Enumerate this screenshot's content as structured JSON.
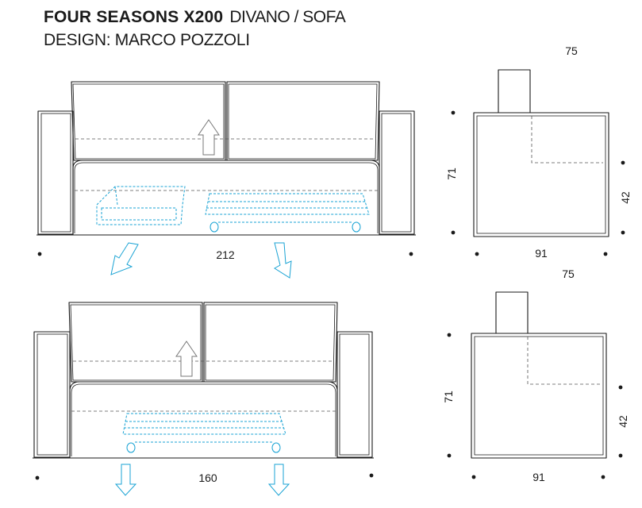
{
  "header": {
    "model": "FOUR SEASONS X200",
    "category": "DIVANO / SOFA",
    "designer_line": "DESIGN: MARCO POZZOLI"
  },
  "views": {
    "sofa_large": {
      "width_label": "212"
    },
    "side_large": {
      "depth_label": "91",
      "height_label": "71",
      "seat_height_label": "42",
      "unfolded_label": "75"
    },
    "sofa_small": {
      "width_label": "160"
    },
    "side_small": {
      "depth_label": "91",
      "height_label": "71",
      "seat_height_label": "42",
      "unfolded_label": "75"
    }
  },
  "colors": {
    "line": "#1a1a1a",
    "dash": "#555555",
    "mechanism": "#1aa3d4"
  }
}
